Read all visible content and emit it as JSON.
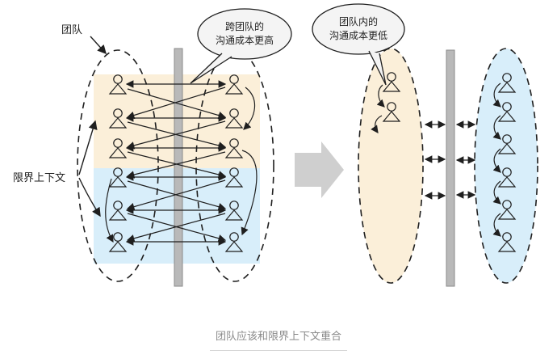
{
  "labels": {
    "team": "团队",
    "boundary": "限界上下文",
    "bubble_left_line1": "跨团队的",
    "bubble_left_line2": "沟通成本更高",
    "bubble_right_line1": "团队内的",
    "bubble_right_line2": "沟通成本更低",
    "caption": "团队应该和限界上下文重合"
  },
  "colors": {
    "orange_zone": "#fbefd9",
    "blue_zone": "#d8eefa",
    "divider": "#b9b9b9",
    "arrow": "#cfcfcf",
    "line": "#1f1f1f",
    "caption": "#8a8a8a"
  }
}
